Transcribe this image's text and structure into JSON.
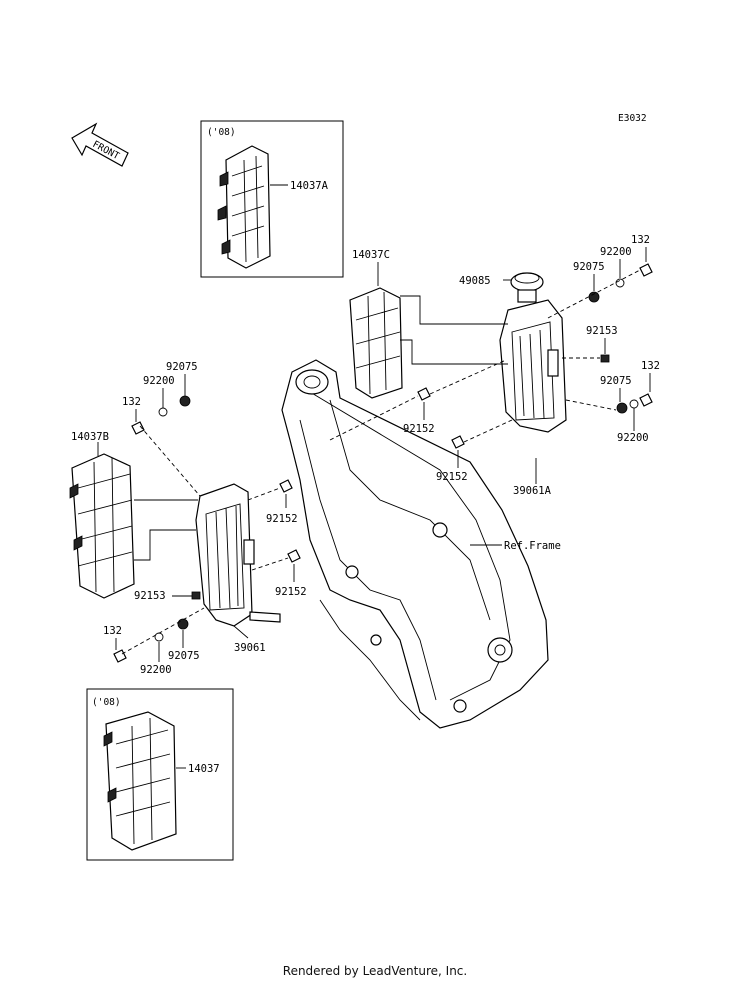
{
  "diagram_code": "E3032",
  "front_label": "FRONT",
  "variant_note": "('08)",
  "footer": "Rendered by LeadVenture, Inc.",
  "labels": {
    "p14037A": "14037A",
    "p14037C": "14037C",
    "p14037B": "14037B",
    "p14037": "14037",
    "p49085": "49085",
    "p39061A": "39061A",
    "p39061": "39061",
    "ref_frame": "Ref.Frame",
    "p92075_r1": "92075",
    "p92200_r1": "92200",
    "p132_r1": "132",
    "p92153_r": "92153",
    "p92075_r2": "92075",
    "p132_r2": "132",
    "p92200_r2": "92200",
    "p92152_a": "92152",
    "p92152_b": "92152",
    "p92152_c": "92152",
    "p92152_d": "92152",
    "p92075_l1": "92075",
    "p92200_l1": "92200",
    "p132_l1": "132",
    "p92153_l": "92153",
    "p132_l2": "132",
    "p92200_l2": "92200",
    "p92075_l2": "92075"
  }
}
